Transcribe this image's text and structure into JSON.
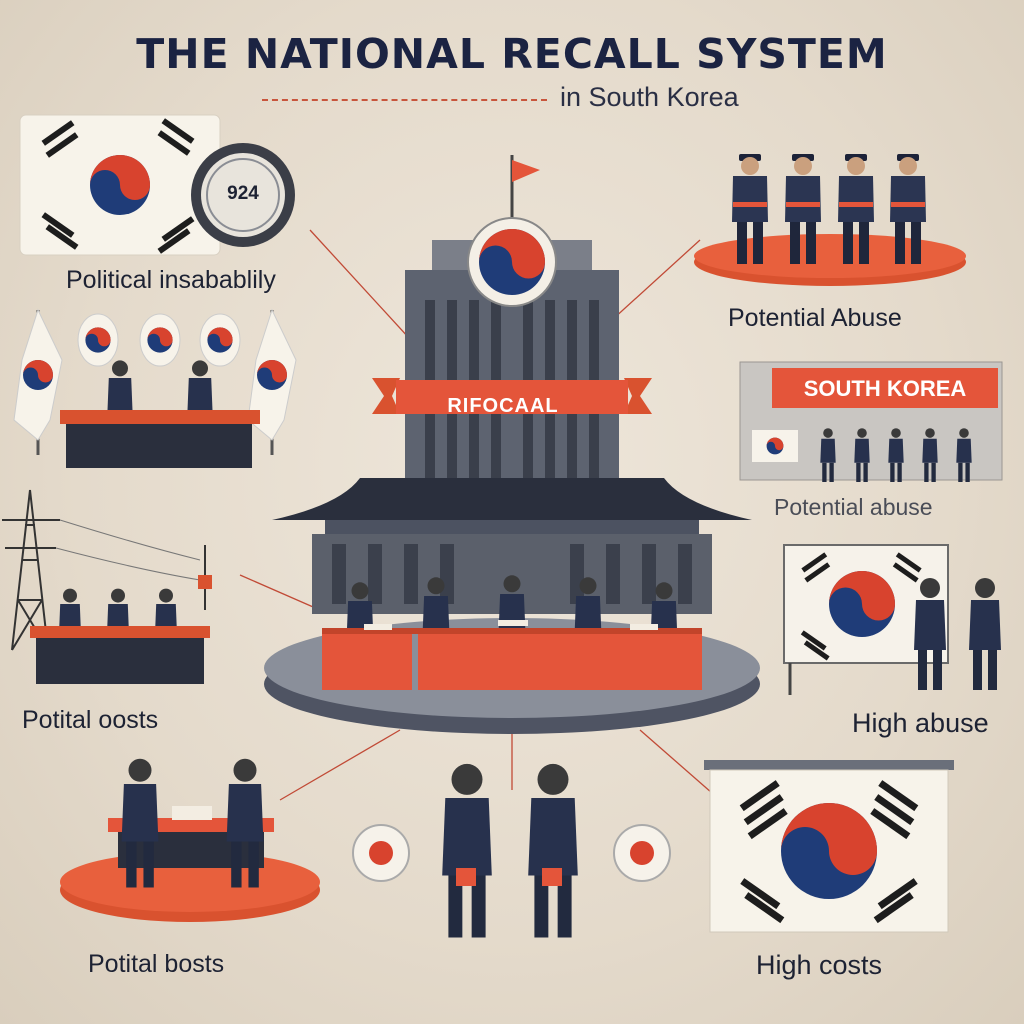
{
  "title": "THE NATIONAL RECALL SYSTEM",
  "subtitle": "in South Korea",
  "center": {
    "banner": "RIFOCAAL"
  },
  "badge": {
    "number": "924"
  },
  "sign": {
    "text": "SOUTH KOREA"
  },
  "labels": {
    "top_left": "Political insabablily",
    "top_right": "Potential Abuse",
    "middle_right": "Potential abuse",
    "mid_left": "Potital oosts",
    "mid_right": "High abuse",
    "bottom_left": "Potital bosts",
    "bottom_right": "High costs"
  },
  "colors": {
    "accent": "#e4553a",
    "navy": "#1f2a44",
    "taegeuk_red": "#d8432e",
    "taegeuk_blue": "#1f3c78",
    "background": "#e6ddd0"
  }
}
